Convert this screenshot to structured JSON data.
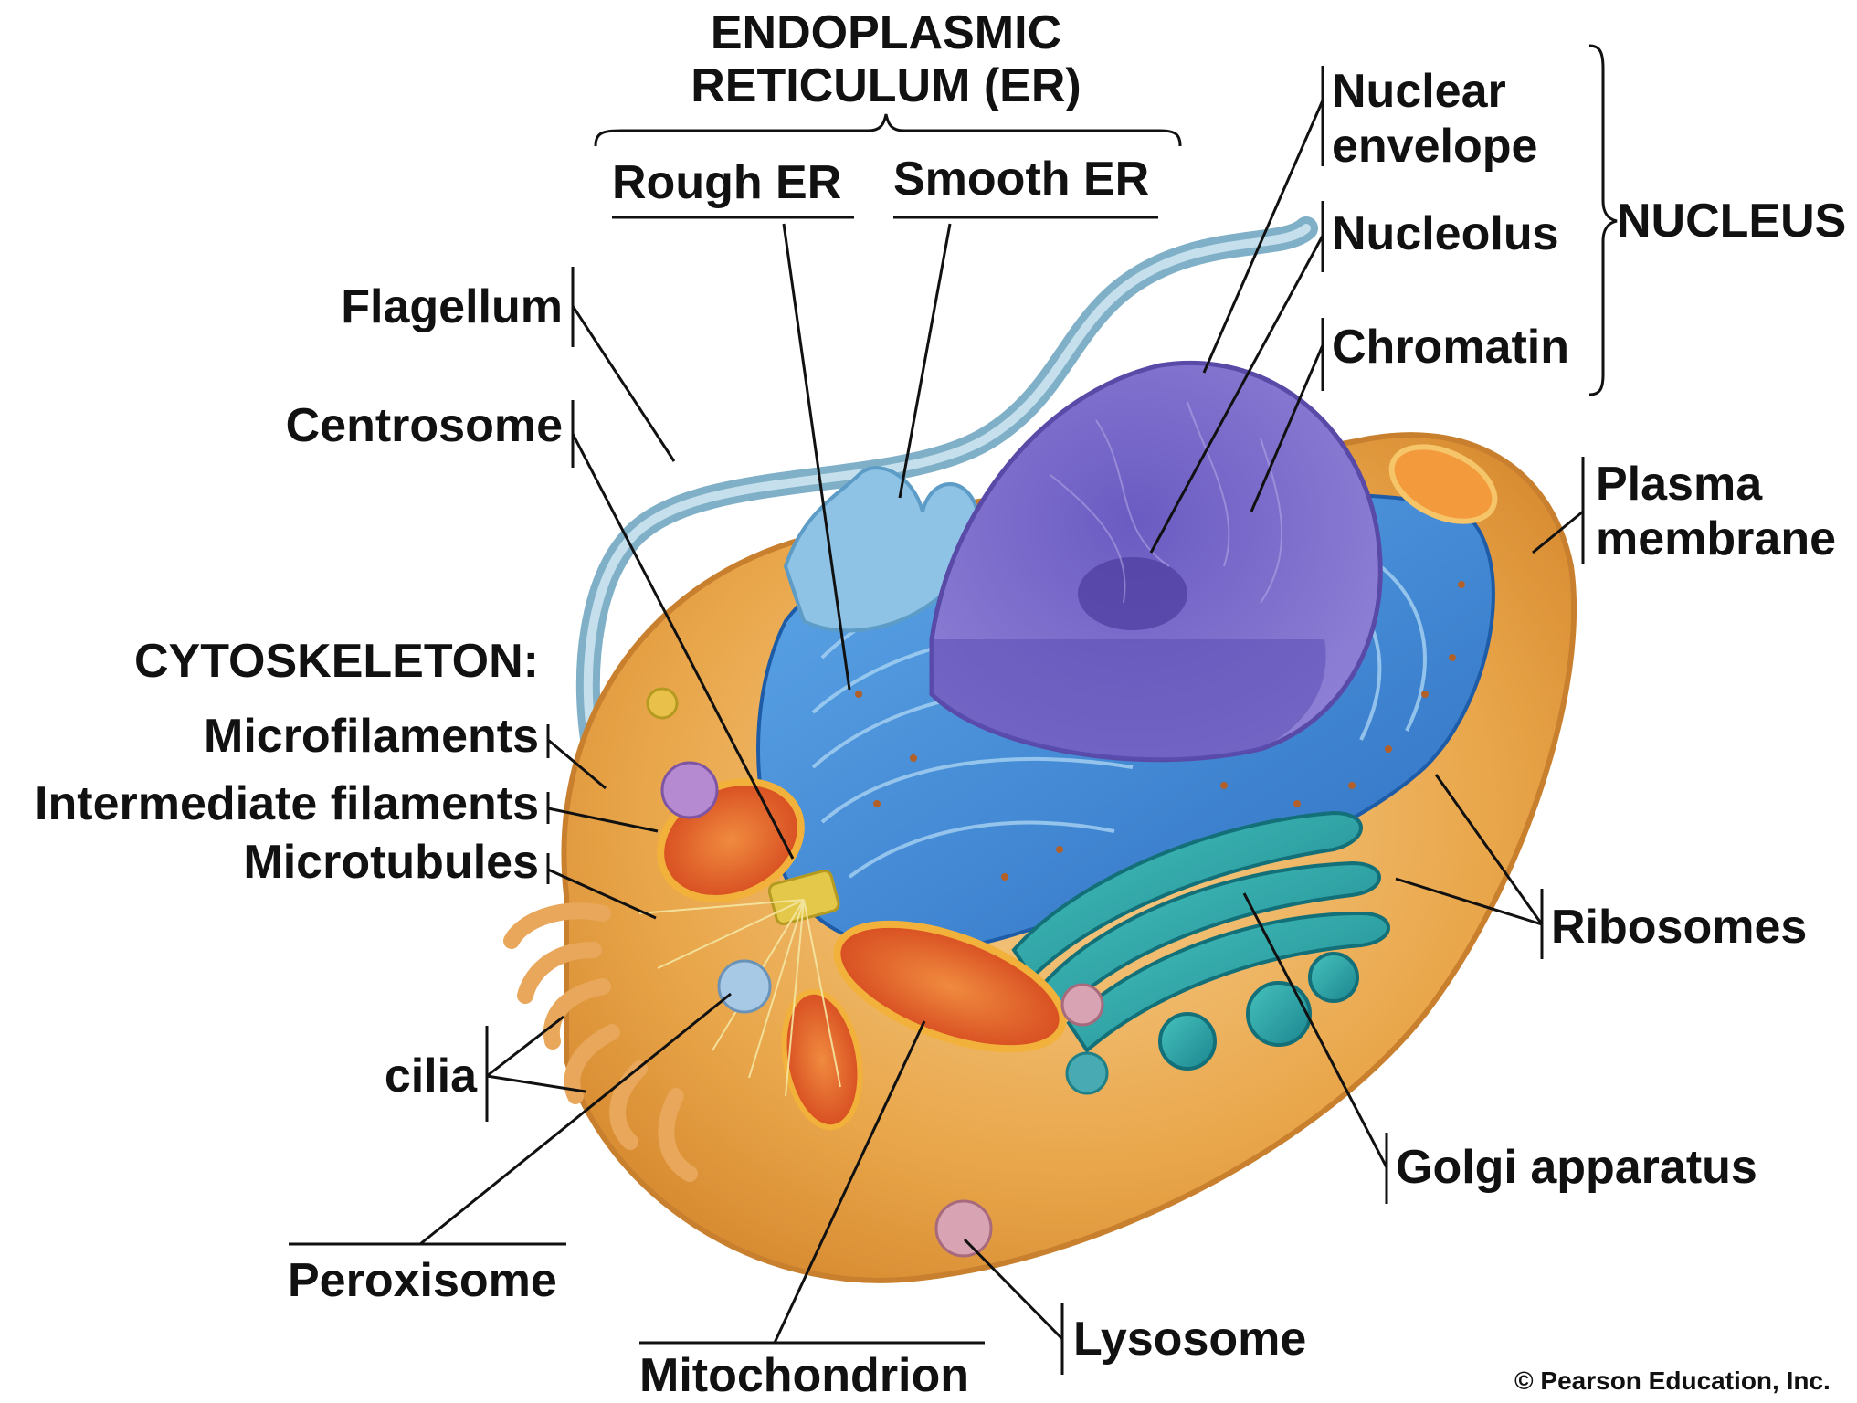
{
  "labels": {
    "er_title_1": "ENDOPLASMIC",
    "er_title_2": "RETICULUM (ER)",
    "rough_er": "Rough ER",
    "smooth_er": "Smooth ER",
    "nuclear_1": "Nuclear",
    "nuclear_2": "envelope",
    "nucleolus": "Nucleolus",
    "chromatin": "Chromatin",
    "nucleus": "NUCLEUS",
    "flagellum": "Flagellum",
    "centrosome": "Centrosome",
    "plasma_1": "Plasma",
    "plasma_2": "membrane",
    "cytoskeleton": "CYTOSKELETON:",
    "microfilaments": "Microfilaments",
    "intermediate": "Intermediate filaments",
    "microtubules": "Microtubules",
    "ribosomes": "Ribosomes",
    "cilia": "cilia",
    "golgi": "Golgi apparatus",
    "peroxisome": "Peroxisome",
    "lysosome": "Lysosome",
    "mitochondrion": "Mitochondrion",
    "copyright": "© Pearson Education, Inc."
  },
  "colors": {
    "cytoplasm": "#e9a64a",
    "membrane": "#f3c27a",
    "er": "#3f86d6",
    "smooth_er": "#8ec3e6",
    "nucleus": "#7a67c4",
    "golgi": "#2aa6a6",
    "mitochondria": "#e8622e",
    "flagellum": "#9bc4d8",
    "label_lines": "#111111"
  }
}
